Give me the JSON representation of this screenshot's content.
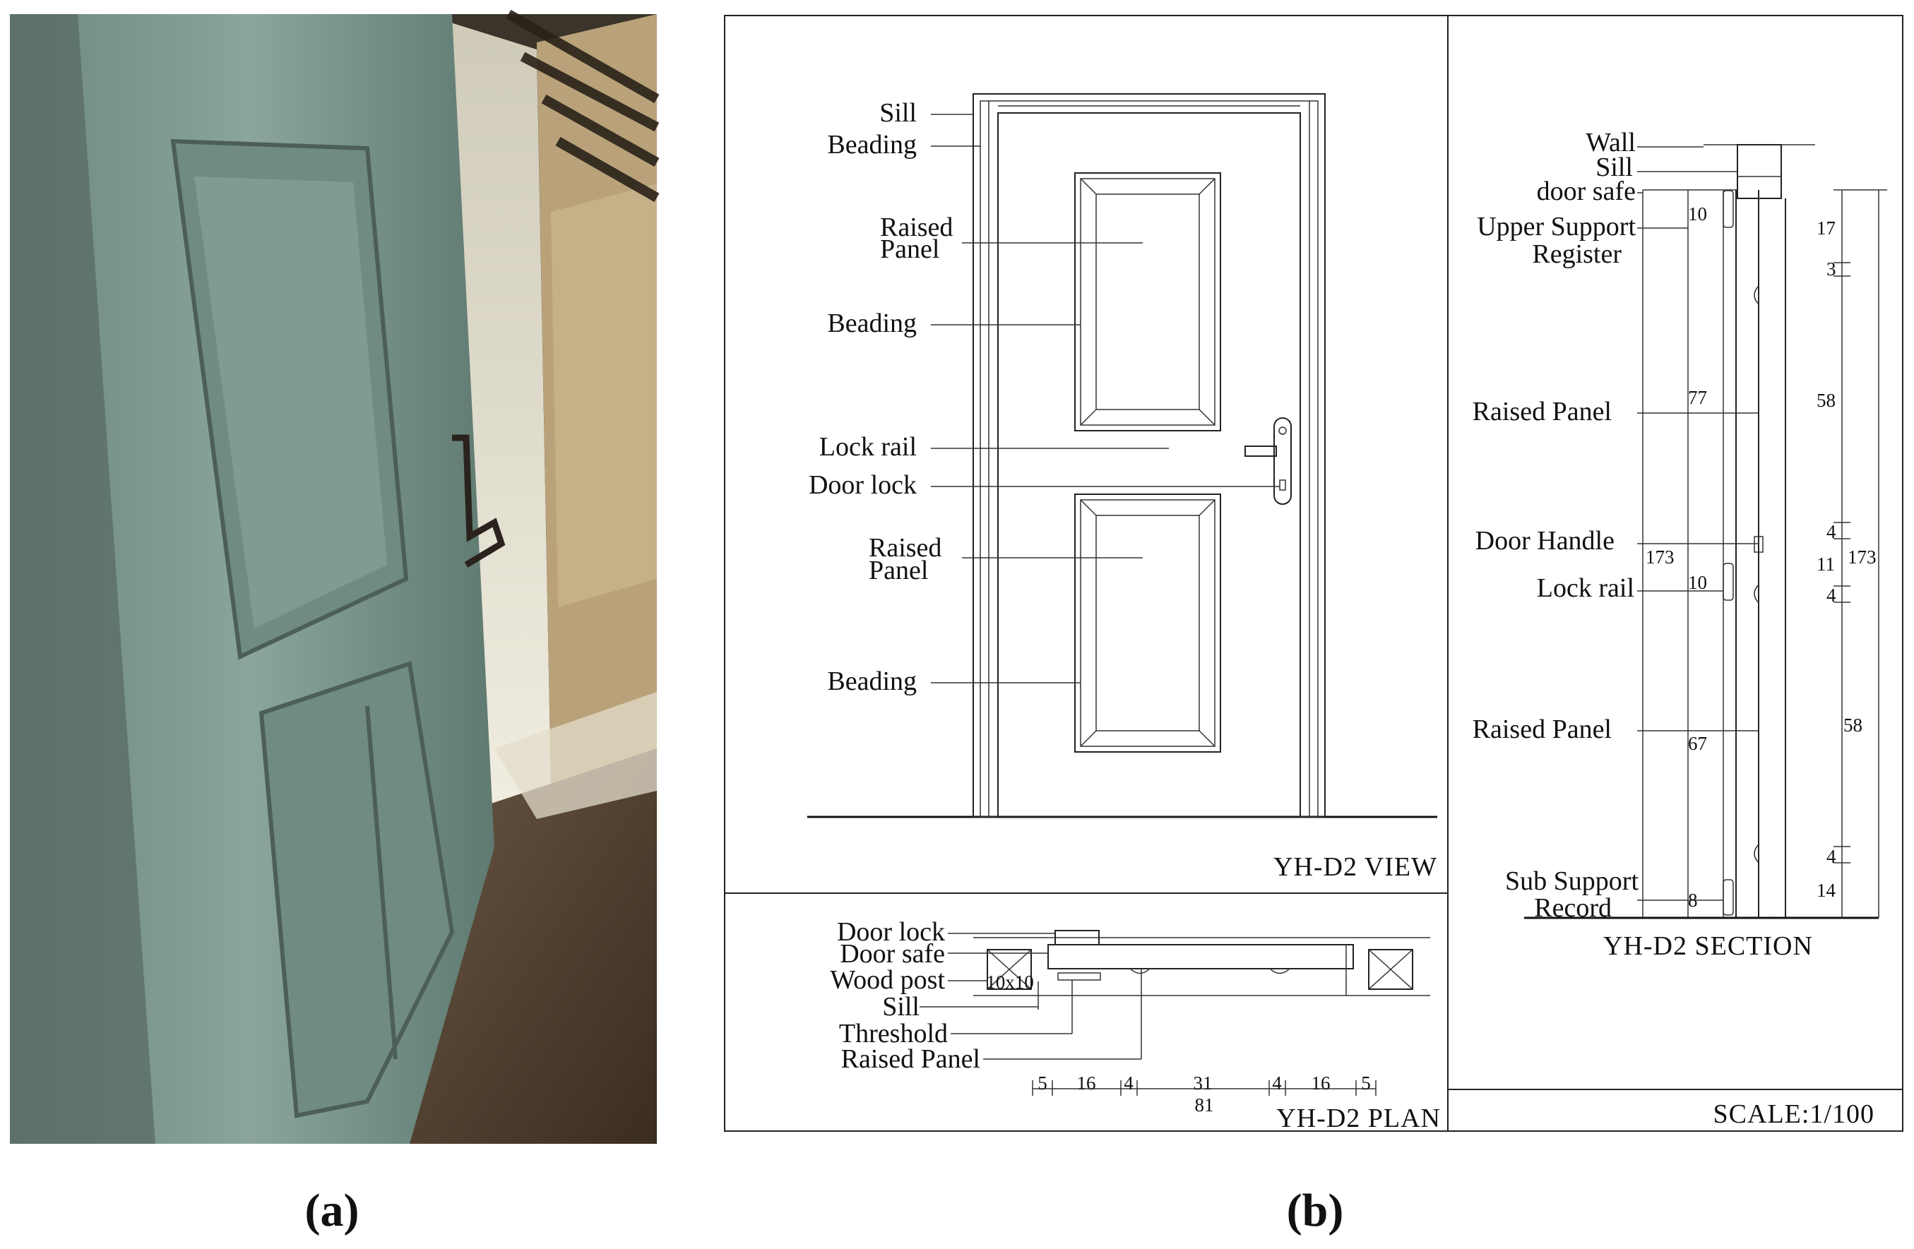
{
  "colors": {
    "door_paint": "#7f9a90",
    "door_shadow": "#55685f",
    "plaster_wall": "#e6e2d2",
    "earth_floor": "#4a3a2c",
    "line": "#222222"
  },
  "captions": {
    "a": "(a)",
    "b": "(b)"
  },
  "view": {
    "title": "YH-D2  VIEW",
    "labels": {
      "sill": "Sill",
      "beading_top": "Beading",
      "raised_panel_upper_1": "Raised",
      "raised_panel_upper_2": "Panel",
      "beading_upper": "Beading",
      "lock_rail": "Lock rail",
      "door_lock": "Door lock",
      "raised_panel_lower_1": "Raised",
      "raised_panel_lower_2": "Panel",
      "beading_lower": "Beading"
    }
  },
  "plan": {
    "title": "YH-D2  PLAN",
    "labels": {
      "door_lock": "Door lock",
      "door_safe": "Door safe",
      "wood_post": "Wood post",
      "sill": "Sill",
      "threshold": "Threshold",
      "raised_panel": "Raised Panel",
      "post_size": "10x10"
    },
    "dims": [
      "5",
      "16",
      "4",
      "31",
      "4",
      "16",
      "5"
    ],
    "total": "81"
  },
  "section": {
    "title": "YH-D2  SECTION",
    "scale": "SCALE:1/100",
    "labels": {
      "wall": "Wall",
      "sill": "Sill",
      "door_safe": "door safe",
      "upper_support_1": "Upper Support",
      "upper_support_2": "Register",
      "raised_panel_upper": "Raised Panel",
      "door_handle": "Door Handle",
      "lock_rail": "Lock rail",
      "raised_panel_lower": "Raised Panel",
      "sub_support_1": "Sub Support",
      "sub_support_2": "Record"
    },
    "left_dims": [
      "10",
      "77",
      "173",
      "10",
      "67",
      "8"
    ],
    "right_dims": [
      "17",
      "3",
      "58",
      "4",
      "11",
      "173",
      "4",
      "58",
      "4",
      "14"
    ]
  }
}
